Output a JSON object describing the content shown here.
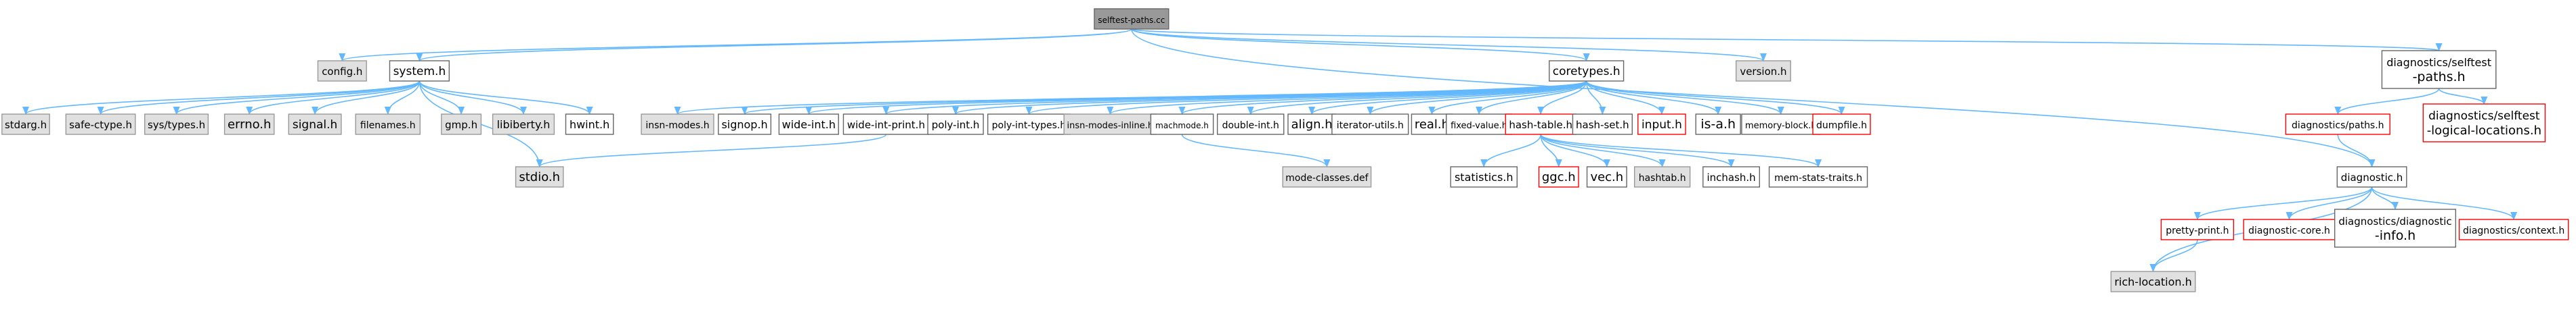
{
  "colors": {
    "root_fill": "#999999",
    "root_border": "#666666",
    "gray_fill": "#e0e0e0",
    "gray_border": "#999999",
    "white_fill": "#ffffff",
    "white_border": "#666666",
    "red_border": "#ff0000",
    "edge": "#63b8ff"
  },
  "nodes": [
    {
      "id": "selftest_paths_cc",
      "label": [
        "selftest-paths.cc"
      ],
      "style": "root"
    },
    {
      "id": "config_h",
      "label": [
        "config.h"
      ],
      "style": "gray"
    },
    {
      "id": "system_h",
      "label": [
        "system.h"
      ],
      "style": "white"
    },
    {
      "id": "coretypes_h",
      "label": [
        "coretypes.h"
      ],
      "style": "white"
    },
    {
      "id": "version_h",
      "label": [
        "version.h"
      ],
      "style": "gray"
    },
    {
      "id": "diag_selftest_paths_h",
      "label": [
        "diagnostics/selftest",
        "-paths.h"
      ],
      "style": "white"
    },
    {
      "id": "stdarg_h",
      "label": [
        "stdarg.h"
      ],
      "style": "gray"
    },
    {
      "id": "safe_ctype_h",
      "label": [
        "safe-ctype.h"
      ],
      "style": "gray"
    },
    {
      "id": "sys_types_h",
      "label": [
        "sys/types.h"
      ],
      "style": "gray"
    },
    {
      "id": "errno_h",
      "label": [
        "errno.h"
      ],
      "style": "gray"
    },
    {
      "id": "signal_h",
      "label": [
        "signal.h"
      ],
      "style": "gray"
    },
    {
      "id": "filenames_h",
      "label": [
        "filenames.h"
      ],
      "style": "gray"
    },
    {
      "id": "gmp_h",
      "label": [
        "gmp.h"
      ],
      "style": "gray"
    },
    {
      "id": "libiberty_h",
      "label": [
        "libiberty.h"
      ],
      "style": "gray"
    },
    {
      "id": "hwint_h",
      "label": [
        "hwint.h"
      ],
      "style": "white"
    },
    {
      "id": "stdio_h",
      "label": [
        "stdio.h"
      ],
      "style": "gray"
    },
    {
      "id": "insn_modes_h",
      "label": [
        "insn-modes.h"
      ],
      "style": "gray"
    },
    {
      "id": "signop_h",
      "label": [
        "signop.h"
      ],
      "style": "white"
    },
    {
      "id": "wide_int_h",
      "label": [
        "wide-int.h"
      ],
      "style": "white"
    },
    {
      "id": "wide_int_print_h",
      "label": [
        "wide-int-print.h"
      ],
      "style": "white"
    },
    {
      "id": "poly_int_h",
      "label": [
        "poly-int.h"
      ],
      "style": "white"
    },
    {
      "id": "poly_int_types_h",
      "label": [
        "poly-int-types.h"
      ],
      "style": "white"
    },
    {
      "id": "insn_modes_inline_h",
      "label": [
        "insn-modes-inline.h"
      ],
      "style": "gray"
    },
    {
      "id": "machmode_h",
      "label": [
        "machmode.h"
      ],
      "style": "white"
    },
    {
      "id": "double_int_h",
      "label": [
        "double-int.h"
      ],
      "style": "white"
    },
    {
      "id": "align_h",
      "label": [
        "align.h"
      ],
      "style": "white"
    },
    {
      "id": "iterator_utils_h",
      "label": [
        "iterator-utils.h"
      ],
      "style": "white"
    },
    {
      "id": "real_h",
      "label": [
        "real.h"
      ],
      "style": "white"
    },
    {
      "id": "fixed_value_h",
      "label": [
        "fixed-value.h"
      ],
      "style": "white"
    },
    {
      "id": "hash_table_h",
      "label": [
        "hash-table.h"
      ],
      "style": "red"
    },
    {
      "id": "hash_set_h",
      "label": [
        "hash-set.h"
      ],
      "style": "white"
    },
    {
      "id": "input_h",
      "label": [
        "input.h"
      ],
      "style": "red"
    },
    {
      "id": "is_a_h",
      "label": [
        "is-a.h"
      ],
      "style": "white"
    },
    {
      "id": "memory_block_h",
      "label": [
        "memory-block.h"
      ],
      "style": "white"
    },
    {
      "id": "dumpfile_h",
      "label": [
        "dumpfile.h"
      ],
      "style": "red"
    },
    {
      "id": "mode_classes_def",
      "label": [
        "mode-classes.def"
      ],
      "style": "gray"
    },
    {
      "id": "statistics_h",
      "label": [
        "statistics.h"
      ],
      "style": "white"
    },
    {
      "id": "ggc_h",
      "label": [
        "ggc.h"
      ],
      "style": "red"
    },
    {
      "id": "vec_h",
      "label": [
        "vec.h"
      ],
      "style": "white"
    },
    {
      "id": "hashtab_h",
      "label": [
        "hashtab.h"
      ],
      "style": "gray"
    },
    {
      "id": "inchash_h",
      "label": [
        "inchash.h"
      ],
      "style": "white"
    },
    {
      "id": "mem_stats_traits_h",
      "label": [
        "mem-stats-traits.h"
      ],
      "style": "white"
    },
    {
      "id": "diag_paths_h",
      "label": [
        "diagnostics/paths.h"
      ],
      "style": "red"
    },
    {
      "id": "diag_selftest_logical_h",
      "label": [
        "diagnostics/selftest",
        "-logical-locations.h"
      ],
      "style": "red"
    },
    {
      "id": "diagnostic_h",
      "label": [
        "diagnostic.h"
      ],
      "style": "white"
    },
    {
      "id": "pretty_print_h",
      "label": [
        "pretty-print.h"
      ],
      "style": "red"
    },
    {
      "id": "diagnostic_core_h",
      "label": [
        "diagnostic-core.h"
      ],
      "style": "red"
    },
    {
      "id": "diag_diagnostic_info_h",
      "label": [
        "diagnostics/diagnostic",
        "-info.h"
      ],
      "style": "white"
    },
    {
      "id": "diag_context_h",
      "label": [
        "diagnostics/context.h"
      ],
      "style": "red"
    },
    {
      "id": "rich_location_h",
      "label": [
        "rich-location.h"
      ],
      "style": "gray"
    }
  ],
  "edges": [
    [
      "selftest_paths_cc",
      "config_h"
    ],
    [
      "selftest_paths_cc",
      "system_h"
    ],
    [
      "selftest_paths_cc",
      "coretypes_h"
    ],
    [
      "selftest_paths_cc",
      "version_h"
    ],
    [
      "selftest_paths_cc",
      "diagnostic_h"
    ],
    [
      "selftest_paths_cc",
      "diag_selftest_paths_h"
    ],
    [
      "system_h",
      "stdarg_h"
    ],
    [
      "system_h",
      "safe_ctype_h"
    ],
    [
      "system_h",
      "sys_types_h"
    ],
    [
      "system_h",
      "errno_h"
    ],
    [
      "system_h",
      "signal_h"
    ],
    [
      "system_h",
      "filenames_h"
    ],
    [
      "system_h",
      "gmp_h"
    ],
    [
      "system_h",
      "libiberty_h"
    ],
    [
      "system_h",
      "hwint_h"
    ],
    [
      "system_h",
      "stdio_h"
    ],
    [
      "coretypes_h",
      "insn_modes_h"
    ],
    [
      "coretypes_h",
      "signop_h"
    ],
    [
      "coretypes_h",
      "wide_int_h"
    ],
    [
      "coretypes_h",
      "wide_int_print_h"
    ],
    [
      "coretypes_h",
      "poly_int_h"
    ],
    [
      "coretypes_h",
      "poly_int_types_h"
    ],
    [
      "coretypes_h",
      "insn_modes_inline_h"
    ],
    [
      "coretypes_h",
      "machmode_h"
    ],
    [
      "coretypes_h",
      "double_int_h"
    ],
    [
      "coretypes_h",
      "align_h"
    ],
    [
      "coretypes_h",
      "iterator_utils_h"
    ],
    [
      "coretypes_h",
      "real_h"
    ],
    [
      "coretypes_h",
      "fixed_value_h"
    ],
    [
      "coretypes_h",
      "hash_table_h"
    ],
    [
      "coretypes_h",
      "hash_set_h"
    ],
    [
      "coretypes_h",
      "input_h"
    ],
    [
      "coretypes_h",
      "is_a_h"
    ],
    [
      "coretypes_h",
      "memory_block_h"
    ],
    [
      "coretypes_h",
      "dumpfile_h"
    ],
    [
      "wide_int_print_h",
      "stdio_h"
    ],
    [
      "machmode_h",
      "mode_classes_def"
    ],
    [
      "hash_table_h",
      "statistics_h"
    ],
    [
      "hash_table_h",
      "ggc_h"
    ],
    [
      "hash_table_h",
      "vec_h"
    ],
    [
      "hash_table_h",
      "hashtab_h"
    ],
    [
      "hash_table_h",
      "inchash_h"
    ],
    [
      "hash_table_h",
      "mem_stats_traits_h"
    ],
    [
      "diag_selftest_paths_h",
      "diag_paths_h"
    ],
    [
      "diag_selftest_paths_h",
      "diag_selftest_logical_h"
    ],
    [
      "diag_paths_h",
      "diagnostic_h"
    ],
    [
      "diagnostic_h",
      "pretty_print_h"
    ],
    [
      "diagnostic_h",
      "diagnostic_core_h"
    ],
    [
      "diagnostic_h",
      "diag_diagnostic_info_h"
    ],
    [
      "diagnostic_h",
      "diag_context_h"
    ],
    [
      "diagnostic_h",
      "rich_location_h"
    ],
    [
      "pretty_print_h",
      "rich_location_h"
    ]
  ]
}
